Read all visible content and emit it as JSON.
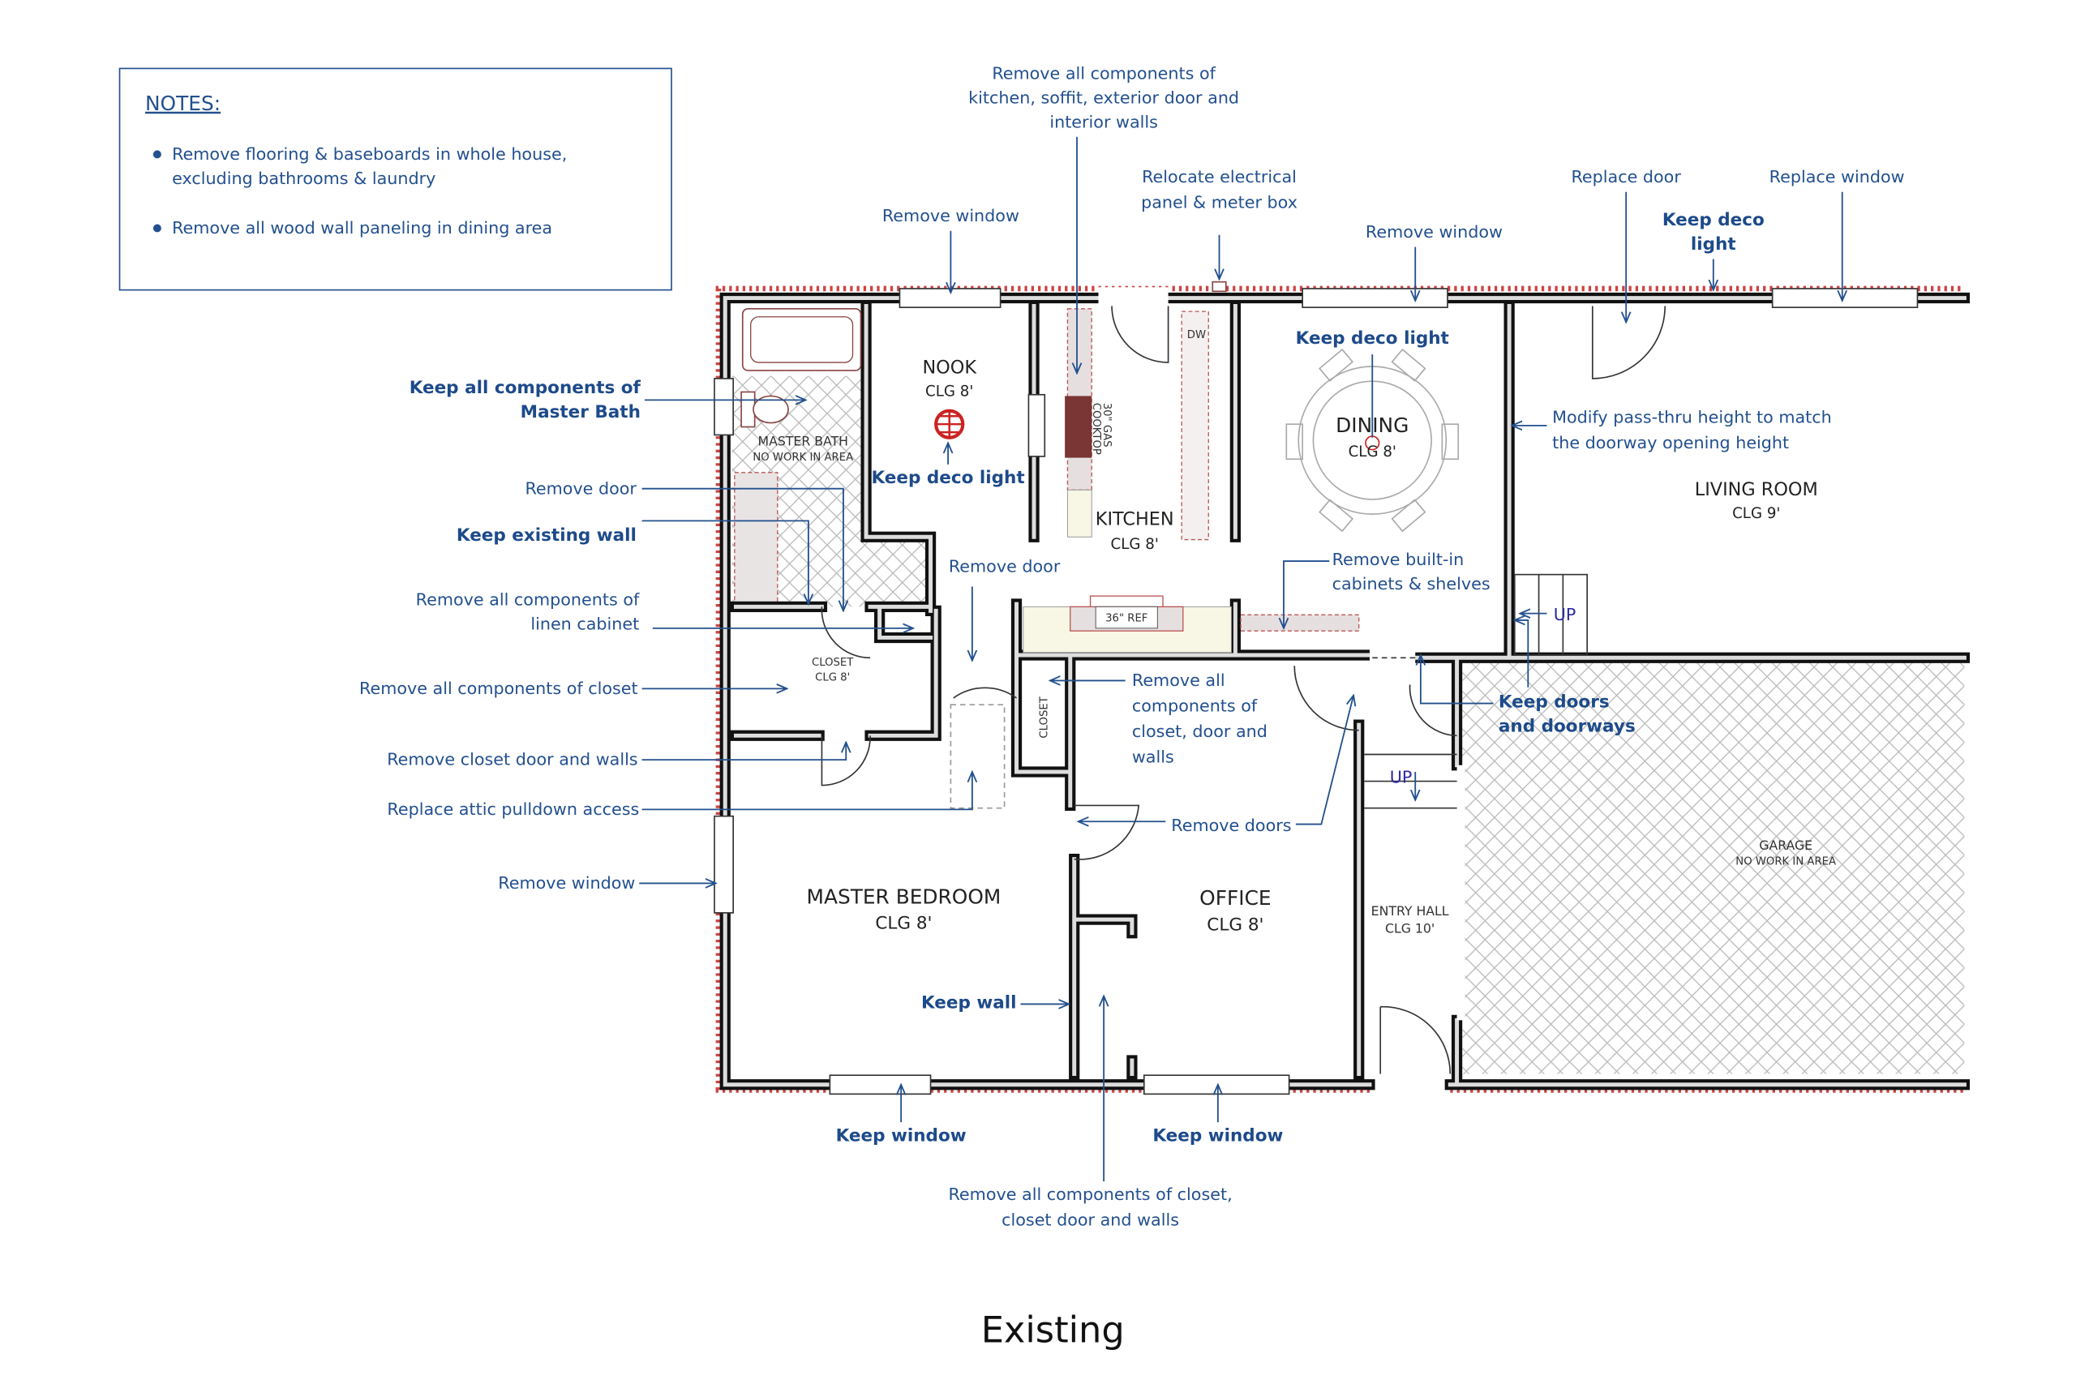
{
  "notes": {
    "title": "NOTES:",
    "items": [
      [
        "Remove flooring & baseboards in whole house,",
        "excluding bathrooms & laundry"
      ],
      [
        "Remove all wood wall paneling in dining area"
      ]
    ]
  },
  "annotations": {
    "kitchen_remove": [
      "Remove all components of",
      "kitchen, soffit, exterior door and",
      "interior walls"
    ],
    "electrical": [
      "Relocate electrical",
      "panel & meter box"
    ],
    "window_nook": "Remove window",
    "window_dining": "Remove window",
    "replace_door": "Replace door",
    "replace_window": "Replace window",
    "keep_deco_living": [
      "Keep deco",
      "light"
    ],
    "keep_deco_dining": "Keep deco light",
    "keep_master_bath": [
      "Keep all components of",
      "Master Bath"
    ],
    "keep_deco_nook": "Keep deco light",
    "remove_door_bath": "Remove door",
    "keep_existing_wall": "Keep existing wall",
    "linen": [
      "Remove all components of",
      "linen cabinet"
    ],
    "remove_door_hall": "Remove door",
    "pass_thru": [
      "Modify pass-thru height to match",
      "the doorway opening height"
    ],
    "built_in": [
      "Remove built-in",
      "cabinets & shelves"
    ],
    "closet_remove": "Remove all components of closet",
    "hall_closet": [
      "Remove all",
      "components of",
      "closet, door and",
      "walls"
    ],
    "keep_doors": [
      "Keep doors",
      "and doorways"
    ],
    "closet_door_walls": "Remove closet door and walls",
    "attic": "Replace attic pulldown access",
    "remove_doors": "Remove doors",
    "window_bedroom": "Remove window",
    "keep_wall": "Keep wall",
    "keep_window_1": "Keep window",
    "keep_window_2": "Keep window",
    "office_closet": [
      "Remove all components of closet,",
      "closet door and walls"
    ]
  },
  "rooms": {
    "master_bath": [
      "MASTER BATH",
      "NO WORK IN AREA"
    ],
    "nook": [
      "NOOK",
      "CLG 8'"
    ],
    "kitchen": [
      "KITCHEN",
      "CLG 8'"
    ],
    "dining": [
      "DINING",
      "CLG 8'"
    ],
    "living": [
      "LIVING ROOM",
      "CLG 9'"
    ],
    "closet": [
      "CLOSET",
      "CLG 8'"
    ],
    "hall_closet": "CLOSET",
    "garage": [
      "GARAGE",
      "NO WORK IN AREA"
    ],
    "master_bedroom": [
      "MASTER BEDROOM",
      "CLG 8'"
    ],
    "office": [
      "OFFICE",
      "CLG 8'"
    ],
    "entry_hall": [
      "ENTRY HALL",
      "CLG 10'"
    ]
  },
  "fixtures": {
    "dw": "DW",
    "cooktop": [
      "30\" GAS",
      "COOKTOP"
    ],
    "ref": "36\" REF",
    "up_1": "UP",
    "up_2": "UP"
  },
  "caption": "Existing",
  "colors": {
    "annotation": "#23508e",
    "wall": "#111111",
    "exterior_hatch": "#cc4444",
    "light_fixture": "#cc2222"
  }
}
